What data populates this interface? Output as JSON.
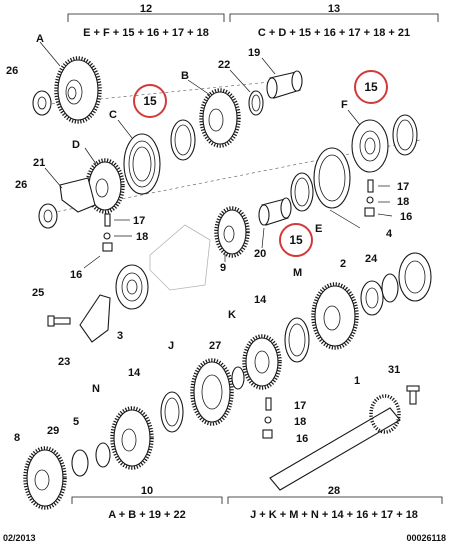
{
  "groups": {
    "g12": {
      "number": "12",
      "formula": "E + F + 15 + 16 + 17 + 18"
    },
    "g13": {
      "number": "13",
      "formula": "C + D + 15 + 16 + 17 + 18 + 21"
    },
    "g10": {
      "number": "10",
      "formula": "A + B + 19 + 22"
    },
    "g28": {
      "number": "28",
      "formula": "J + K + M + N + 14 + 16 + 17 + 18"
    }
  },
  "labels": {
    "A": "A",
    "B": "B",
    "C": "C",
    "D": "D",
    "E": "E",
    "F": "F",
    "J": "J",
    "K": "K",
    "M": "M",
    "N": "N",
    "n1": "1",
    "n2": "2",
    "n3": "3",
    "n4": "4",
    "n5": "5",
    "n8": "8",
    "n9": "9",
    "n14a": "14",
    "n14b": "14",
    "n16a": "16",
    "n16b": "16",
    "n16c": "16",
    "n17a": "17",
    "n17b": "17",
    "n17c": "17",
    "n18a": "18",
    "n18b": "18",
    "n18c": "18",
    "n19": "19",
    "n20": "20",
    "n21": "21",
    "n22": "22",
    "n23": "23",
    "n24": "24",
    "n25": "25",
    "n26a": "26",
    "n26b": "26",
    "n27": "27",
    "n29": "29",
    "n31": "31"
  },
  "highlights": {
    "h1": "15",
    "h2": "15",
    "h3": "15"
  },
  "highlight_color": "#d23a3a",
  "footer": {
    "date": "02/2013",
    "ref": "00026118"
  }
}
